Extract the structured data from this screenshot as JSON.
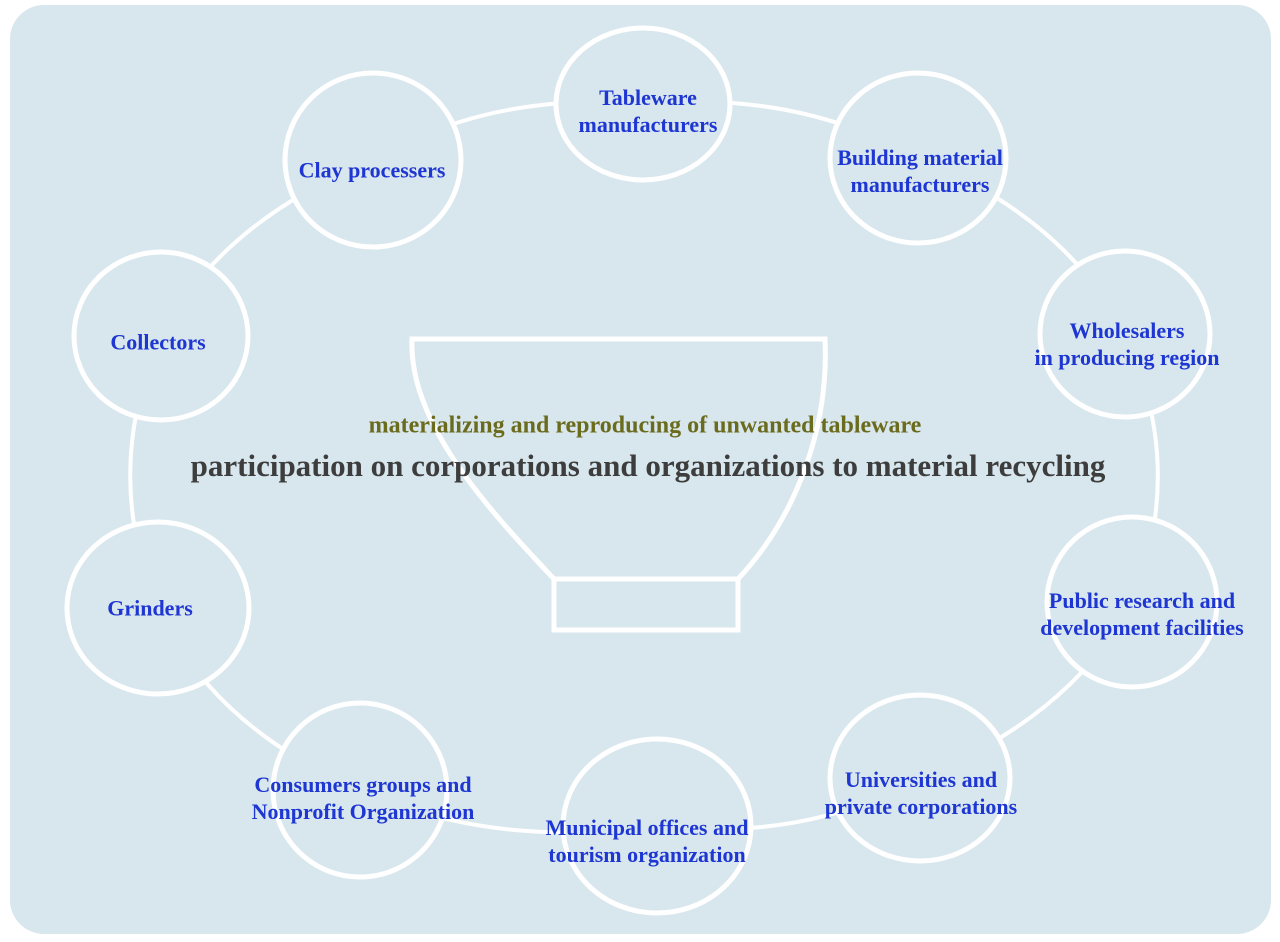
{
  "diagram": {
    "title": "participation on corporations and organizations to material recycling",
    "subtitle": "materializing and reproducing of unwanted tableware",
    "colors": {
      "panel_background": "#d8e7ee",
      "node_text": "#1e36d2",
      "subtitle_text": "#6b6b1e",
      "title_text": "#3d3d3d",
      "outline": "#ffffff"
    },
    "center_icon": "bowl-outline-icon",
    "nodes": [
      {
        "id": "tableware-manufacturers",
        "line1": "Tableware",
        "line2": "manufacturers"
      },
      {
        "id": "building-material-manufacturers",
        "line1": "Building material",
        "line2": "manufacturers"
      },
      {
        "id": "wholesalers-in-producing-region",
        "line1": "Wholesalers",
        "line2": "in producing region"
      },
      {
        "id": "public-research-facilities",
        "line1": "Public research and",
        "line2": "development facilities"
      },
      {
        "id": "universities-private-corporations",
        "line1": "Universities and",
        "line2": "private corporations"
      },
      {
        "id": "municipal-offices",
        "line1": "Municipal offices and",
        "line2": "tourism organization"
      },
      {
        "id": "consumers-groups",
        "line1": "Consumers groups and",
        "line2": "Nonprofit Organization"
      },
      {
        "id": "grinders",
        "line1": "Grinders",
        "line2": ""
      },
      {
        "id": "collectors",
        "line1": "Collectors",
        "line2": ""
      },
      {
        "id": "clay-processers",
        "line1": "Clay processers",
        "line2": ""
      }
    ]
  }
}
